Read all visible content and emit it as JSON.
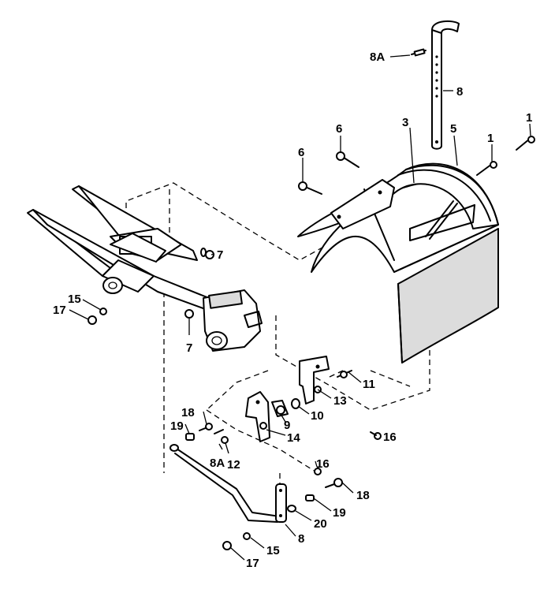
{
  "labels": {
    "l_8a_top": "8A",
    "l_8_top": "8",
    "l_3": "3",
    "l_5": "5",
    "l_1_right": "1",
    "l_1_mid": "1",
    "l_6_top": "6",
    "l_6_low": "6",
    "l_7_upper": "7",
    "l_7_lower": "7",
    "l_15_left": "15",
    "l_17_left": "17",
    "l_11": "11",
    "l_13": "13",
    "l_10": "10",
    "l_9": "9",
    "l_14": "14",
    "l_16_right": "16",
    "l_16_mid": "16",
    "l_18_left": "18",
    "l_19_left": "19",
    "l_8a_bottom": "8A",
    "l_12": "12",
    "l_18_right": "18",
    "l_19_right": "19",
    "l_20": "20",
    "l_8_bottom": "8",
    "l_15_bottom": "15",
    "l_17_bottom": "17"
  }
}
